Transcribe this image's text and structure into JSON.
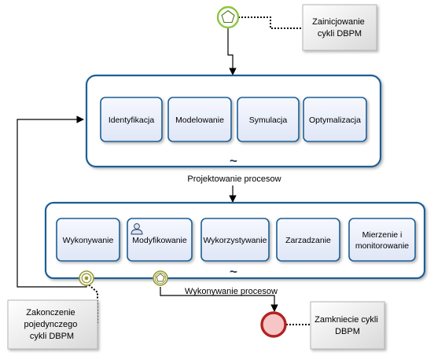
{
  "annotations": {
    "start": [
      "Zainicjowanie",
      "cykli DBPM"
    ],
    "end_single": [
      "Zakonczenie",
      "pojedynczego",
      "cykli DBPM"
    ],
    "end_cycle": [
      "Zamkniecie cykli",
      "DBPM"
    ]
  },
  "subprocesses": {
    "design": {
      "label": "Projektowanie procesow",
      "tasks": [
        "Identyfikacja",
        "Modelowanie",
        "Symulacja",
        "Optymalizacja"
      ]
    },
    "execution": {
      "label": "Wykonywanie procesow",
      "tasks": [
        [
          "Wykonywanie"
        ],
        [
          "Modyfikowanie"
        ],
        [
          "Wykorzystywanie"
        ],
        [
          "Zarzadzanie"
        ],
        [
          "Mierzenie i",
          "monitorowanie"
        ]
      ]
    }
  },
  "icons": {
    "start_event": "pentagon-start-event-icon",
    "boundary_single_end": "concentric-circle-boundary-icon",
    "boundary_signal": "pentagon-boundary-icon",
    "end_event": "end-event-icon",
    "user_task": "user-icon",
    "subprocess_marker": "tilde-marker-icon"
  },
  "colors": {
    "border_blue": "#1f5f95",
    "task_fill": "#eef2fb",
    "start_green": "#8cc63f",
    "end_red": "#b22222",
    "end_fill": "#f6c6c6",
    "boundary_olive": "#9a9a36"
  }
}
